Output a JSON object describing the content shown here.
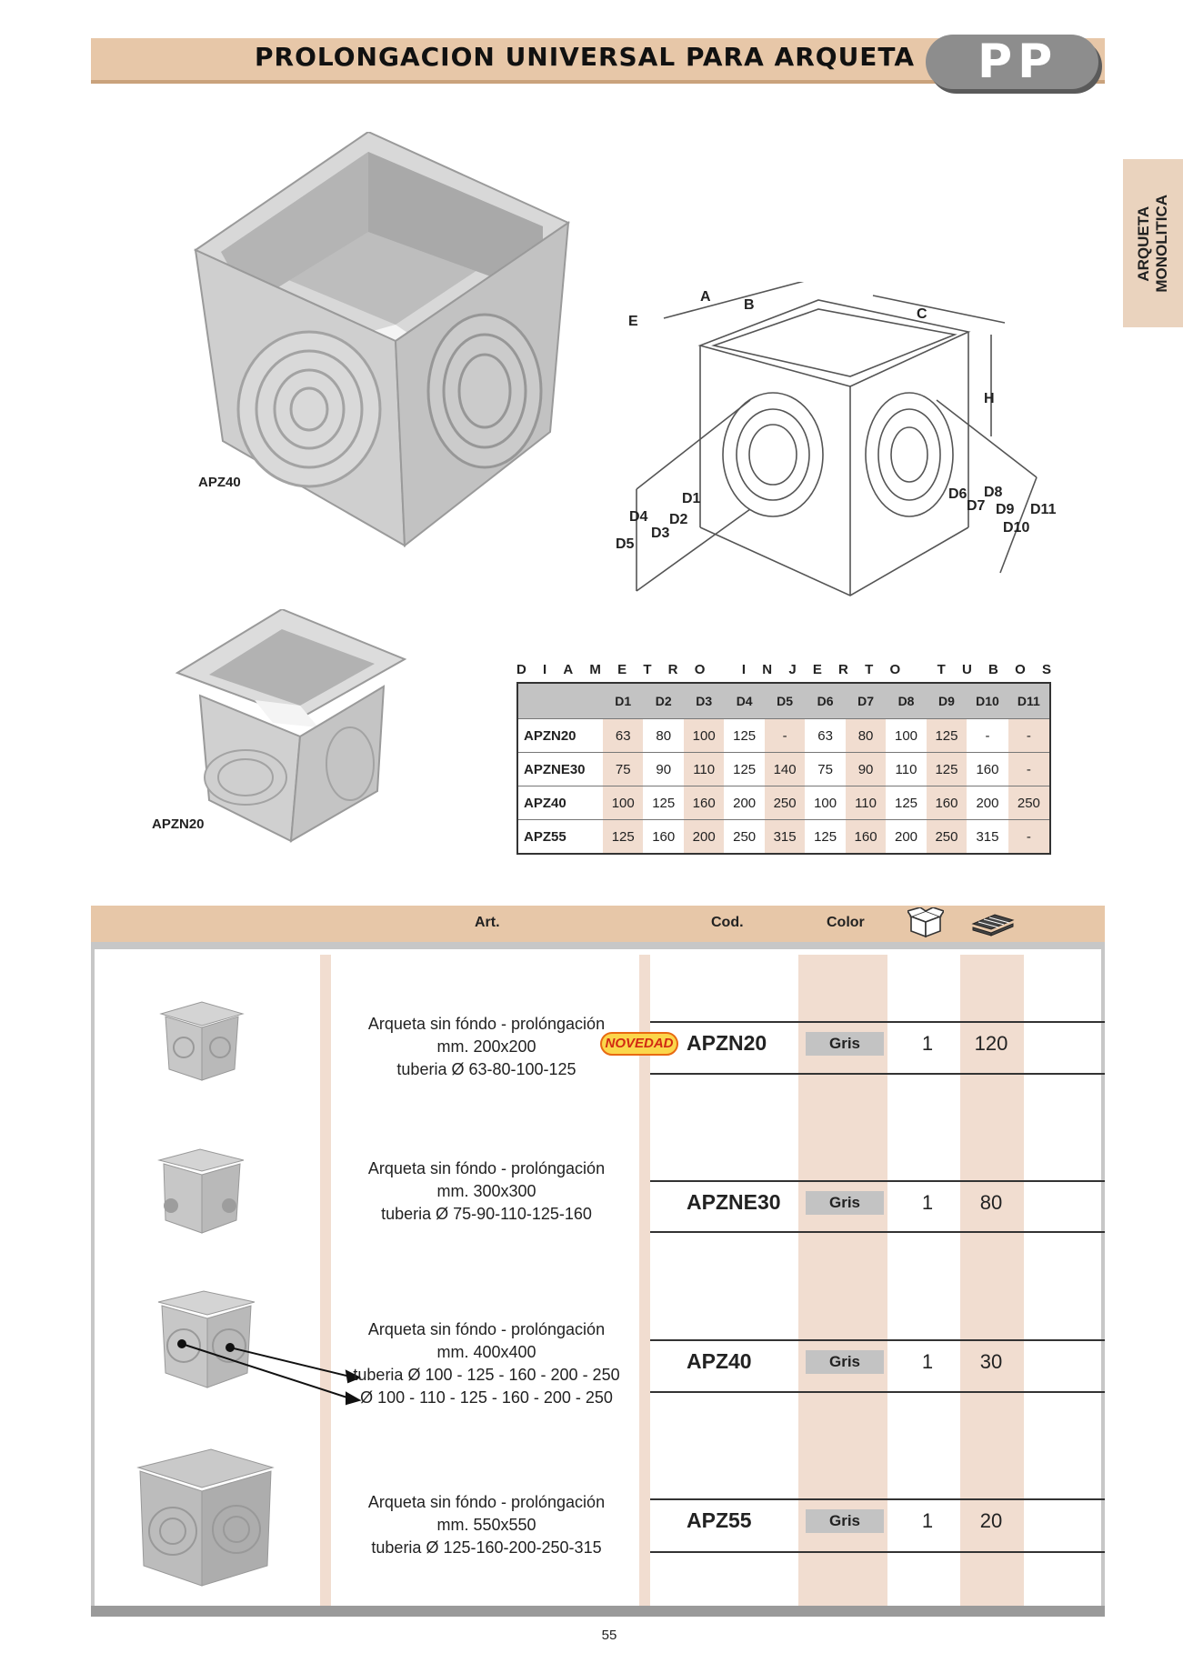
{
  "header": {
    "title": "PROLONGACION UNIVERSAL PARA ARQUETA",
    "code": "PP"
  },
  "side_tab": {
    "label": "ARQUETA\nMONOLITICA"
  },
  "images": {
    "apz40_caption": "APZ40",
    "apzn20_caption": "APZN20"
  },
  "diagram": {
    "labels": [
      "A",
      "B",
      "C",
      "E",
      "H",
      "D1",
      "D2",
      "D3",
      "D4",
      "D5",
      "D6",
      "D7",
      "D8",
      "D9",
      "D10",
      "D11"
    ]
  },
  "dimension_table": {
    "title_letters": [
      "D",
      "I",
      "A",
      "M",
      "E",
      "T",
      "R",
      "O",
      "",
      "I",
      "N",
      "J",
      "E",
      "R",
      "T",
      "O",
      "",
      "T",
      "U",
      "B",
      "O",
      "S"
    ],
    "columns": [
      "D1",
      "D2",
      "D3",
      "D4",
      "D5",
      "D6",
      "D7",
      "D8",
      "D9",
      "D10",
      "D11"
    ],
    "rows": [
      {
        "name": "APZN20",
        "values": [
          "63",
          "80",
          "100",
          "125",
          "-",
          "63",
          "80",
          "100",
          "125",
          "-",
          "-"
        ]
      },
      {
        "name": "APZNE30",
        "values": [
          "75",
          "90",
          "110",
          "125",
          "140",
          "75",
          "90",
          "110",
          "125",
          "160",
          "-"
        ]
      },
      {
        "name": "APZ40",
        "values": [
          "100",
          "125",
          "160",
          "200",
          "250",
          "100",
          "110",
          "125",
          "160",
          "200",
          "250"
        ]
      },
      {
        "name": "APZ55",
        "values": [
          "125",
          "160",
          "200",
          "250",
          "315",
          "125",
          "160",
          "200",
          "250",
          "315",
          "-"
        ]
      }
    ]
  },
  "product_table": {
    "headers": {
      "art": "Art.",
      "cod": "Cod.",
      "color": "Color",
      "box_icon": "box-icon",
      "pallet_icon": "pallet-icon"
    },
    "novedad": "NOVEDAD",
    "rows": [
      {
        "desc1": "Arqueta sin fóndo - prolóngación",
        "desc2": "mm. 200x200",
        "desc3": "tuberia Ø 63-80-100-125",
        "code": "APZN20",
        "color": "Gris",
        "box": "1",
        "pallet": "120"
      },
      {
        "desc1": "Arqueta sin fóndo - prolóngación",
        "desc2": "mm. 300x300",
        "desc3": "tuberia Ø 75-90-110-125-160",
        "code": "APZNE30",
        "color": "Gris",
        "box": "1",
        "pallet": "80"
      },
      {
        "desc1": "Arqueta sin fóndo - prolóngación",
        "desc2": "mm. 400x400",
        "desc3": "tuberia Ø 100 - 125 - 160 - 200 - 250",
        "desc4": "Ø 100 - 110 -  125 - 160 - 200 - 250",
        "code": "APZ40",
        "color": "Gris",
        "box": "1",
        "pallet": "30"
      },
      {
        "desc1": "Arqueta sin fóndo - prolóngación",
        "desc2": "mm. 550x550",
        "desc3": "tuberia Ø 125-160-200-250-315",
        "code": "APZ55",
        "color": "Gris",
        "box": "1",
        "pallet": "20"
      }
    ]
  },
  "page_number": "55"
}
